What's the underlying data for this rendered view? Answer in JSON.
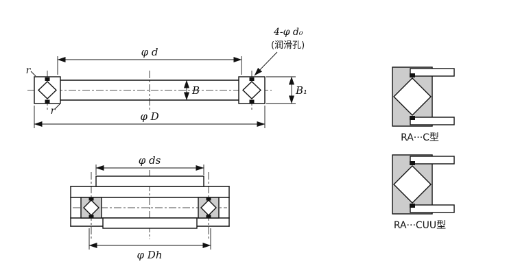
{
  "drawing": {
    "main_view": {
      "inner_diameter": "φ d",
      "outer_diameter": "φ D",
      "width": "B",
      "total_width": "B₁",
      "fillet_top": "r",
      "fillet_bottom": "r",
      "lube_holes": "4-φ d₀",
      "lube_holes_note": "(润滑孔)"
    },
    "mounting_view": {
      "shaft_seat_diameter": "φ ds",
      "housing_seat_diameter": "φ Dh"
    },
    "type_details": {
      "c_type": "RA···C型",
      "cuu_type": "RA···CUU型"
    },
    "colors": {
      "line": "#111111",
      "section_fill": "#cccccc",
      "background": "#ffffff"
    }
  }
}
